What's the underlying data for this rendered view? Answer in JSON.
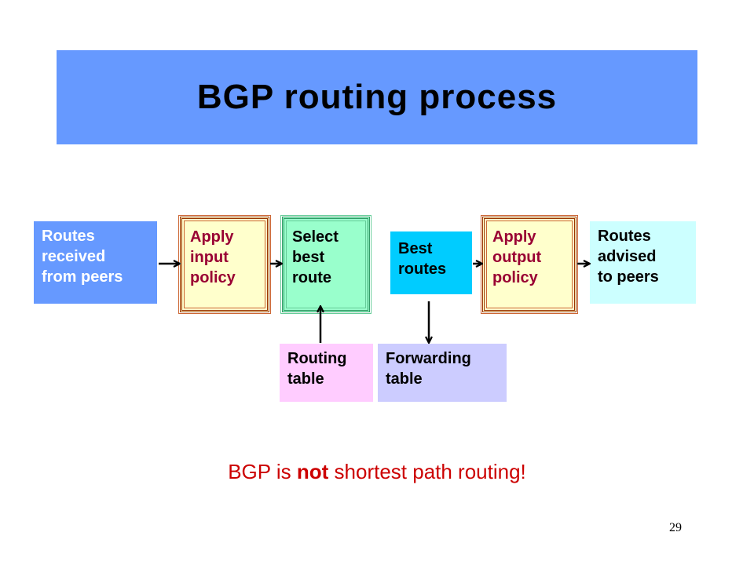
{
  "slide": {
    "title": "BGP routing process",
    "page_number": "29",
    "tagline": {
      "before": "BGP is ",
      "emphasis": "not",
      "after": " shortest path routing!"
    }
  },
  "diagram": {
    "routes_received": [
      "Routes",
      "received",
      "from peers"
    ],
    "input_policy": [
      "Apply",
      "input",
      "policy"
    ],
    "select_best": [
      "Select",
      "best",
      "route"
    ],
    "best_routes": [
      "Best",
      "routes"
    ],
    "output_policy": [
      "Apply",
      "output",
      "policy"
    ],
    "routes_advised": [
      "Routes",
      "advised",
      "to peers"
    ],
    "routing_table": [
      "Routing",
      "table"
    ],
    "forwarding_table": [
      "Forwarding",
      "table"
    ]
  },
  "colors": {
    "title_background": "#6699ff",
    "routes_received_fill": "#6699ff",
    "policy_fill": "#ffffcc",
    "policy_text": "#990033",
    "select_fill": "#99ffcc",
    "best_routes_fill": "#00ccff",
    "routes_advised_fill": "#ccffff",
    "routing_table_fill": "#ffccff",
    "forwarding_table_fill": "#ccccff",
    "tagline_text": "#cc0000"
  }
}
